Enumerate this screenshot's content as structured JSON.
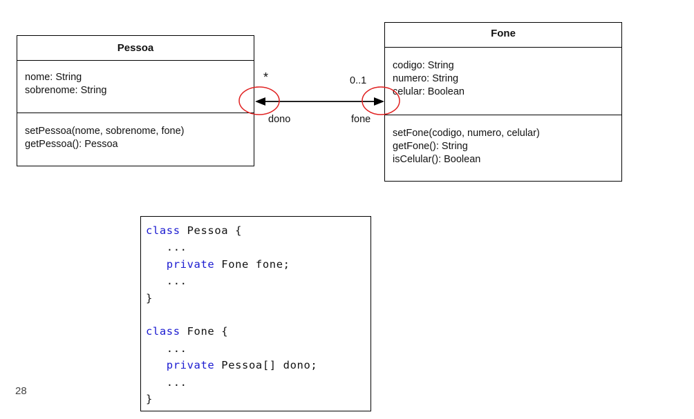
{
  "classes": {
    "pessoa": {
      "name": "Pessoa",
      "attributes": [
        "nome: String",
        "sobrenome: String"
      ],
      "operations": [
        "setPessoa(nome, sobrenome, fone)",
        "getPessoa(): Pessoa"
      ]
    },
    "fone": {
      "name": "Fone",
      "attributes": [
        "codigo: String",
        "numero: String",
        "celular: Boolean"
      ],
      "operations": [
        "setFone(codigo, numero, celular)",
        "getFone(): String",
        "isCelular(): Boolean"
      ]
    }
  },
  "association": {
    "pessoa_end": {
      "multiplicity": "*",
      "role": "dono"
    },
    "fone_end": {
      "multiplicity": "0..1",
      "role": "fone"
    },
    "highlight_color": "#e02020"
  },
  "code": {
    "lines": [
      [
        {
          "t": "class",
          "kw": true
        },
        {
          "t": " Pessoa {"
        }
      ],
      [
        {
          "t": "   ..."
        }
      ],
      [
        {
          "t": "   "
        },
        {
          "t": "private",
          "kw": true
        },
        {
          "t": " Fone fone;"
        }
      ],
      [
        {
          "t": "   ..."
        }
      ],
      [
        {
          "t": "}"
        }
      ],
      [
        {
          "t": ""
        }
      ],
      [
        {
          "t": "class",
          "kw": true
        },
        {
          "t": " Fone {"
        }
      ],
      [
        {
          "t": "   ..."
        }
      ],
      [
        {
          "t": "   "
        },
        {
          "t": "private",
          "kw": true
        },
        {
          "t": " Pessoa[] dono;"
        }
      ],
      [
        {
          "t": "   ..."
        }
      ],
      [
        {
          "t": "}"
        }
      ]
    ],
    "keyword_color": "#1a1ad0"
  },
  "slide_number": "28"
}
